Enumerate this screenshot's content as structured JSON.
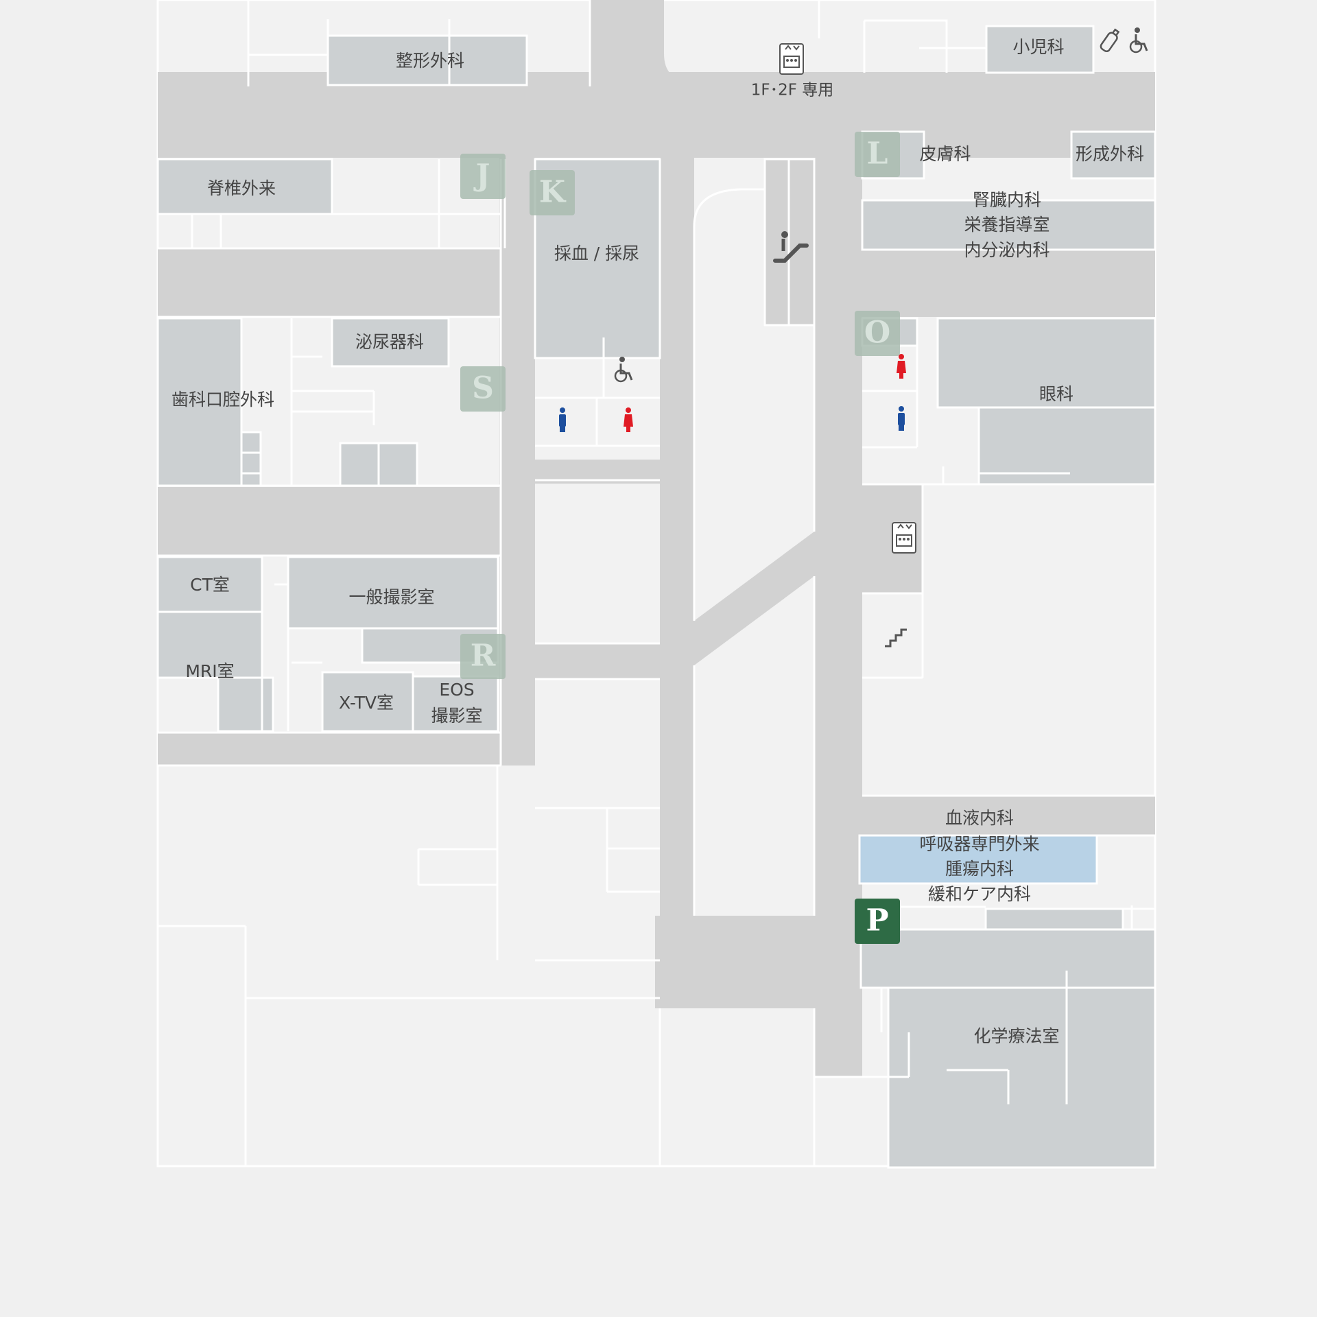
{
  "map": {
    "colors": {
      "background": "#f0f0f0",
      "floor": "#f2f2f2",
      "corridor": "#d2d2d2",
      "room": "#ccd0d2",
      "wall": "#ffffff",
      "highlight_room": "#b8d2e6",
      "marker": "#a9bcb0",
      "marker_active": "#2e6b45",
      "male_icon": "#1d4f9e",
      "female_icon": "#e01b24",
      "icon_gray": "#555555"
    },
    "rooms": {
      "orthopedics": "整形外科",
      "pediatrics": "小児科",
      "elevator_note": "1F･2F 専用",
      "spine": "脊椎外来",
      "dermatology": "皮膚科",
      "plastic_surgery": "形成外科",
      "nephrology": "腎臓内科",
      "nutrition": "栄養指導室",
      "endocrinology": "内分泌内科",
      "blood_urine": "採血 / 採尿",
      "urology": "泌尿器科",
      "dental": "歯科口腔外科",
      "ophthalmology": "眼科",
      "ct": "CT室",
      "general_xray": "一般撮影室",
      "mri": "MRI室",
      "xtv": "X-TV室",
      "eos_line1": "EOS",
      "eos_line2": "撮影室",
      "hematology": "血液内科",
      "respiratory": "呼吸器専門外来",
      "oncology": "腫瘍内科",
      "palliative": "緩和ケア内科",
      "chemotherapy": "化学療法室"
    },
    "markers": {
      "j": "J",
      "k": "K",
      "l": "L",
      "o": "O",
      "s": "S",
      "r": "R",
      "p": "P"
    },
    "icons": [
      "elevator-icon",
      "escalator-icon",
      "stairs-icon",
      "wheelchair-icon",
      "baby-bottle-icon",
      "male-restroom-icon",
      "female-restroom-icon"
    ]
  }
}
